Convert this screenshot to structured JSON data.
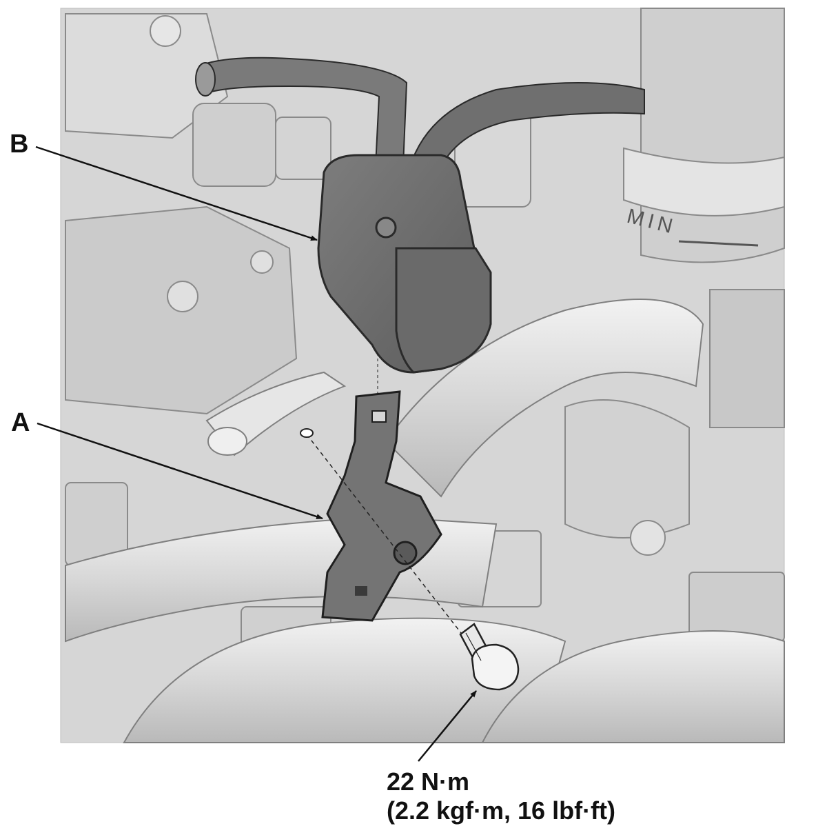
{
  "callouts": {
    "a": "A",
    "b": "B"
  },
  "torque_spec": {
    "line1": "22 N·m",
    "line2": "(2.2 kgf·m, 16 lbf·ft)"
  },
  "hose_marking": "MIN",
  "colors": {
    "background": "#ffffff",
    "scene_light": "#d9d9d9",
    "part_dark": "#6e6e6e",
    "outline": "#2a2a2a",
    "arrow": "#111111"
  }
}
